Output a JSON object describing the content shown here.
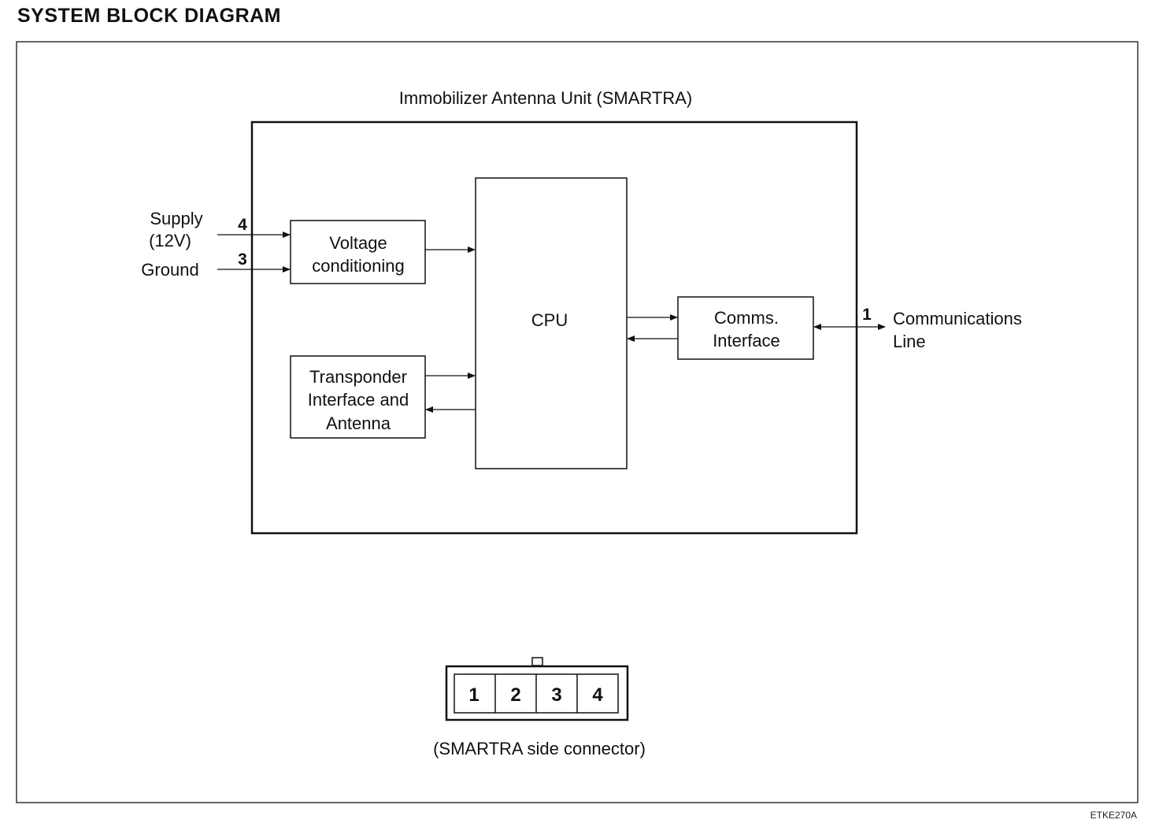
{
  "title": "SYSTEM BLOCK DIAGRAM",
  "unit_label": "Immobilizer Antenna Unit (SMARTRA)",
  "inputs": {
    "supply": [
      "Supply",
      "(12V)"
    ],
    "supply_pin": "4",
    "ground": "Ground",
    "ground_pin": "3"
  },
  "blocks": {
    "voltage": [
      "Voltage",
      "conditioning"
    ],
    "cpu": "CPU",
    "transponder": [
      "Transponder",
      "Interface and",
      "Antenna"
    ],
    "comms": [
      "Comms.",
      "Interface"
    ]
  },
  "output": {
    "pin": "1",
    "label": [
      "Communications",
      "Line"
    ]
  },
  "connector": {
    "pins": [
      "1",
      "2",
      "3",
      "4"
    ],
    "caption": "(SMARTRA side connector)"
  },
  "figure_code": "ETKE270A"
}
